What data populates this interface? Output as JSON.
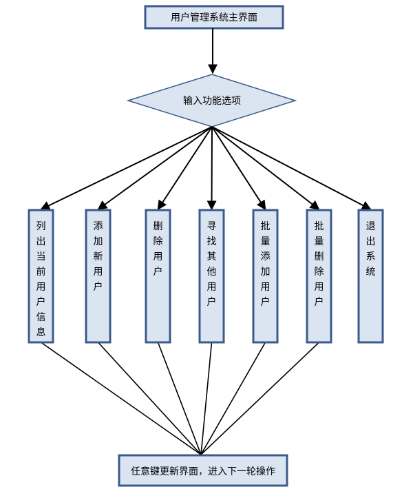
{
  "corner_text": "",
  "top": {
    "label": "用户管理系统主界面"
  },
  "decision": {
    "label": "输入功能选项"
  },
  "options": [
    {
      "key": "list",
      "label": "列出当前用户信息"
    },
    {
      "key": "add",
      "label": "添加新用户"
    },
    {
      "key": "delete",
      "label": "删除用户"
    },
    {
      "key": "find",
      "label": "寻找其他用户"
    },
    {
      "key": "batch-add",
      "label": "批量添加用户"
    },
    {
      "key": "batch-delete",
      "label": "批量删除用户"
    },
    {
      "key": "exit",
      "label": "退出系统"
    }
  ],
  "bottom": {
    "label": "任意键更新界面，进入下一轮操作"
  },
  "colors": {
    "fill": "#dbe4f1",
    "stroke": "#3b5b8c"
  }
}
